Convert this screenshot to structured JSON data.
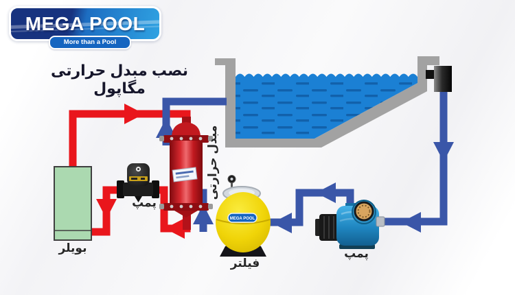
{
  "logo": {
    "brand": "MEGA POOL",
    "tagline": "More than a Pool"
  },
  "title": "نصب مبدل حرارتی مگاپول",
  "labels": {
    "boiler": "بویلر",
    "boiler_pump": "پمپ",
    "heat_exchanger": "مبدل حرارتی",
    "filter": "فیلتر",
    "pool_pump": "پمپ"
  },
  "equipment": {
    "filter_brand": "MEGA POOL"
  },
  "colors": {
    "hot_pipe": "#e9161c",
    "cold_pipe": "#3a56a8",
    "pool_water": "#1b80d4",
    "water_dash": "#1261ab",
    "pool_wall": "#a2a2a2",
    "boiler_fill": "#abd9b0",
    "filter_yellow": "#f0d408",
    "logo_navy": "#17337f",
    "logo_blue": "#2fa2e2",
    "tagline_blue": "#1565c0"
  }
}
